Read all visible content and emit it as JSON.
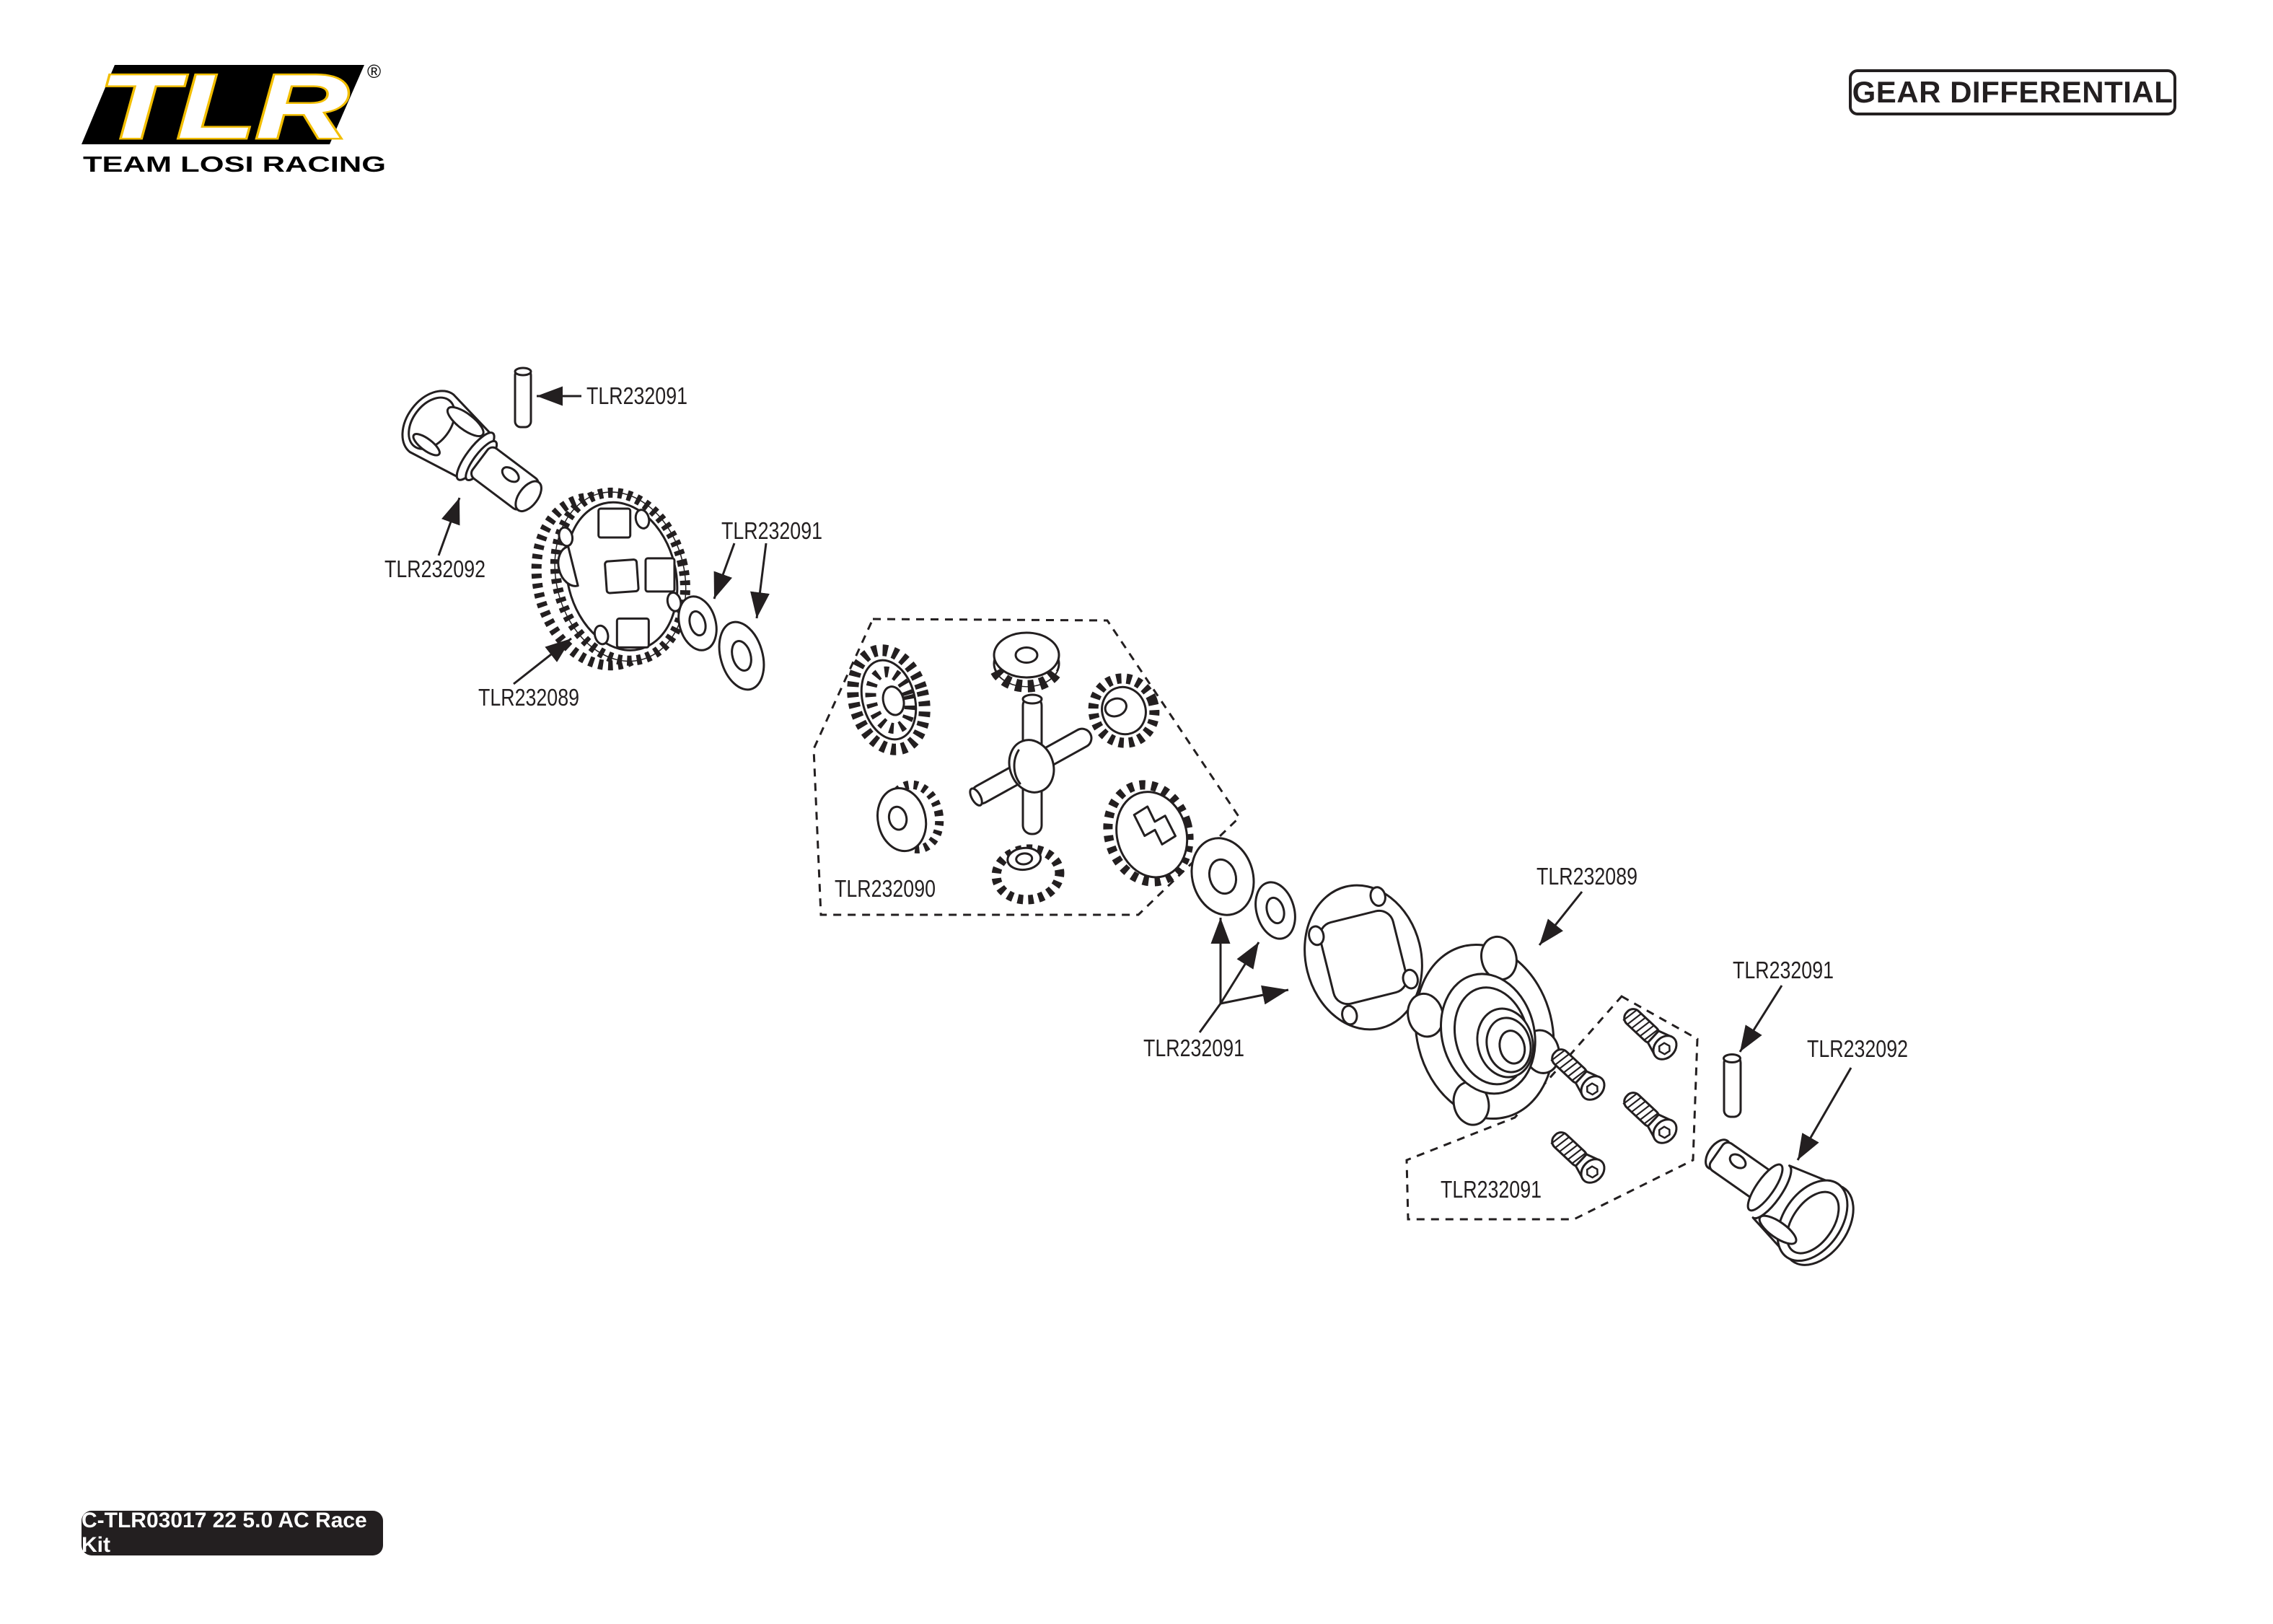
{
  "page": {
    "background": "#ffffff",
    "ink": "#231f20"
  },
  "logo": {
    "wordmark": "TLR",
    "registered": "®",
    "subtitle": "TEAM LOSI RACING",
    "accent_yellow": "#f2be00",
    "black": "#000000"
  },
  "header": {
    "title": "GEAR DIFFERENTIAL"
  },
  "footer": {
    "kit": "C-TLR03017 22 5.0 AC Race Kit"
  },
  "diagram": {
    "labels": {
      "pin_top": "TLR232091",
      "outdrive_left": "TLR232092",
      "main_gear": "TLR232089",
      "shims_left": "TLR232091",
      "internals": "TLR232090",
      "shims_right": "TLR232091",
      "cover": "TLR232089",
      "screws": "TLR232091",
      "pin_right": "TLR232091",
      "outdrive_right": "TLR232092"
    }
  }
}
